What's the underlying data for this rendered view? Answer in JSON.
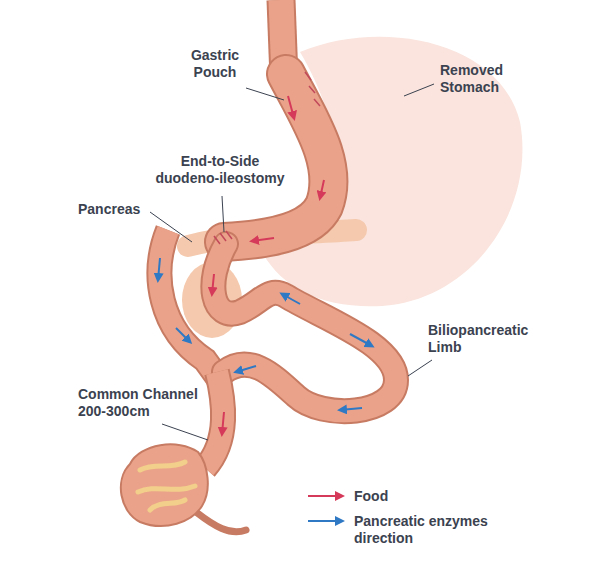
{
  "diagram": {
    "labels": [
      "Gastric Pouch",
      "Removed Stomach",
      "End-to-Side duodeno-ileostomy",
      "Pancreas",
      "Biliopancreatic Limb",
      "Common Channel 200-300cm"
    ],
    "legend": [
      {
        "text": "Food"
      },
      {
        "text": "Pancreatic enzymes direction"
      }
    ]
  }
}
